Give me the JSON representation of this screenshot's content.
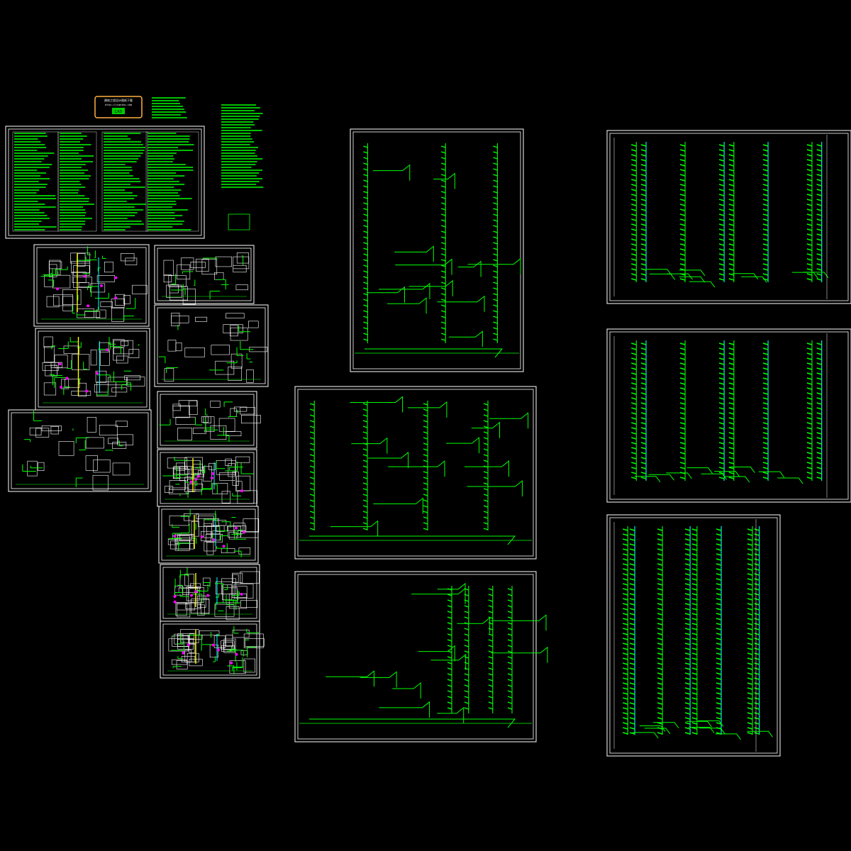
{
  "app": {
    "view": "CAD model space",
    "background": "#000000"
  },
  "colors": {
    "frame": "#ffffff",
    "pipe": "#00ff00",
    "riser": "#00ffff",
    "hot": "#ffff00",
    "fixture": "#ff00ff",
    "stamp": "#ffb040"
  },
  "stamp": {
    "line1": "建筑工程设计图纸下载",
    "line2": "http://jianzhu.com",
    "badge": "CAD"
  },
  "drawing_sheets": [
    {
      "id": "cover-notes",
      "type": "design-notes-and-tables"
    },
    {
      "id": "plan-1",
      "type": "floor-plan"
    },
    {
      "id": "plan-2",
      "type": "floor-plan"
    },
    {
      "id": "detail-sheet",
      "type": "details"
    },
    {
      "id": "unit-plan-1",
      "type": "unit-plan"
    },
    {
      "id": "unit-plan-2",
      "type": "unit-plan"
    },
    {
      "id": "unit-plan-3",
      "type": "unit-plan"
    },
    {
      "id": "unit-plan-4",
      "type": "unit-plan"
    },
    {
      "id": "unit-plan-5",
      "type": "unit-plan"
    },
    {
      "id": "unit-plan-6",
      "type": "unit-plan"
    },
    {
      "id": "unit-plan-7",
      "type": "unit-plan"
    },
    {
      "id": "riser-diagram-1",
      "type": "pipe-system-diagram"
    },
    {
      "id": "riser-diagram-2",
      "type": "pipe-system-diagram"
    },
    {
      "id": "riser-diagram-3",
      "type": "pipe-system-diagram"
    },
    {
      "id": "riser-diagram-4",
      "type": "pipe-system-diagram"
    },
    {
      "id": "riser-diagram-5",
      "type": "pipe-system-diagram"
    },
    {
      "id": "riser-diagram-6",
      "type": "pipe-system-diagram"
    }
  ]
}
